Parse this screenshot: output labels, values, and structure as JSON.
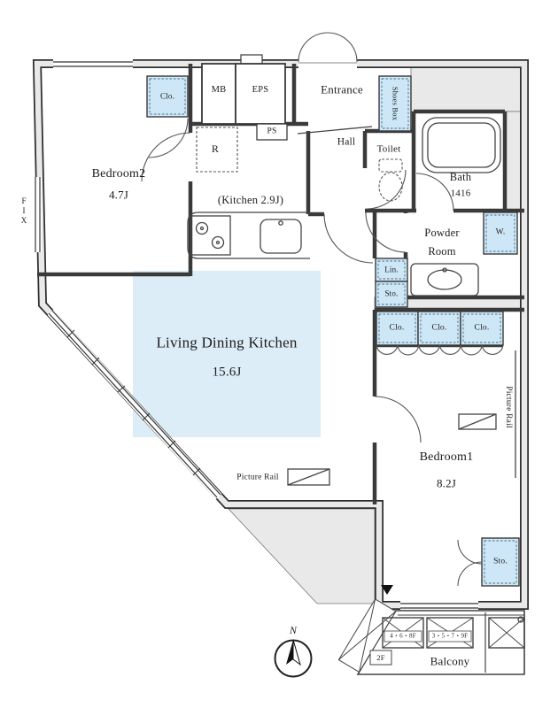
{
  "colors": {
    "highlight_blue": "#dcedf8",
    "storage_blue": "#cde7f6",
    "wall_gray": "#e9e9e9",
    "line_dark": "#3a3a3a"
  },
  "plan": {
    "bedroom2": {
      "name": "Bedroom2",
      "size": "4.7J"
    },
    "bedroom1": {
      "name": "Bedroom1",
      "size": "8.2J"
    },
    "ldk": {
      "name": "Living Dining Kitchen",
      "size": "15.6J"
    },
    "kitchen": {
      "label": "(Kitchen 2.9J)"
    },
    "bath": {
      "name": "Bath",
      "size": "1416"
    },
    "toilet": {
      "name": "Toilet"
    },
    "hall": {
      "name": "Hall"
    },
    "entrance": {
      "name": "Entrance"
    },
    "powder_room": {
      "line1": "Powder",
      "line2": "Room"
    },
    "balcony": {
      "name": "Balcony"
    }
  },
  "storage": {
    "shoes_box": "Shoes Box",
    "closet_bedroom2": "Clo.",
    "closets_bedroom1": [
      "Clo.",
      "Clo.",
      "Clo."
    ],
    "linen": "Lin.",
    "storage_hall": "Sto.",
    "storage_bedroom1": "Sto.",
    "washer": "W."
  },
  "fixtures": {
    "refrigerator": "R",
    "meter_box": "MB",
    "eps": "EPS",
    "pipe_space": "PS"
  },
  "annotations": {
    "picture_rail_south": "Picture Rail",
    "picture_rail_east": "Picture Rail",
    "fix_window": "FIX",
    "hatch_floors_a": "4・6・8F",
    "hatch_floors_b": "3・5・7・9F",
    "floor_2f": "2F",
    "compass_north": "N"
  }
}
